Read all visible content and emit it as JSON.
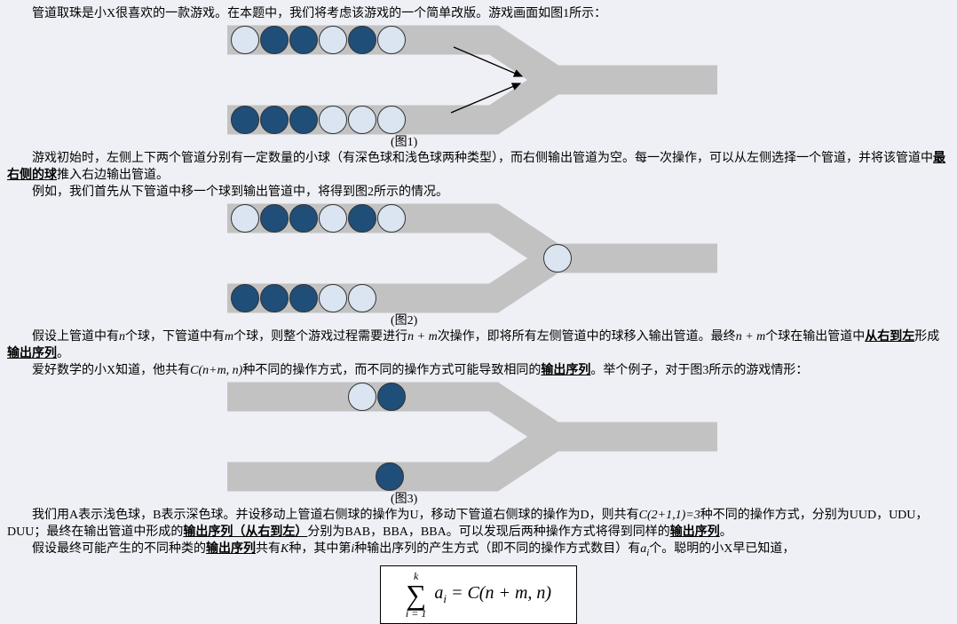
{
  "colors": {
    "pipe": "#c2c2c2",
    "ball_dark": "#1F4E79",
    "ball_light": "#dbe5f1",
    "ball_stroke": "#333333",
    "formula_bg": "#ffffff",
    "page_bg": "#eff0f5"
  },
  "paragraphs": {
    "p1": {
      "t0": "管道取珠是小X很喜欢的一款游戏。在本题中，我们将考虑该游戏的一个简单改版。游戏画面如图1所示："
    },
    "p2": {
      "t0": "游戏初始时，左侧上下两个管道分别有一定数量的小球（有深色球和浅色球两种类型），而右侧输出管道为空。每一次操作，可以从左侧选择一个管道，并将该管道中",
      "t1": "最右侧的球",
      "t2": "推入右边输出管道。"
    },
    "p3": {
      "t0": "例如，我们首先从下管道中移一个球到输出管道中，将得到图2所示的情况。"
    },
    "p4": {
      "t0": "假设上管道中有",
      "t1": "n",
      "t2": "个球，下管道中有",
      "t3": "m",
      "t4": "个球，则整个游戏过程需要进行",
      "t5": "n + m",
      "t6": "次操作，即将所有左侧管道中的球移入输出管道。最终",
      "t7": "n + m",
      "t8": "个球在输出管道中",
      "t9": "从右到左",
      "t10": "形成",
      "t11": "输出序列",
      "t12": "。"
    },
    "p5": {
      "t0": "爱好数学的小X知道，他共有",
      "t1": "C(n+m, n)",
      "t2": "种不同的操作方式，而不同的操作方式可能导致相同的",
      "t3": "输出序列",
      "t4": "。举个例子，对于图3所示的游戏情形："
    },
    "p6": {
      "t0": "我们用A表示浅色球，B表示深色球。并设移动上管道右侧球的操作为U，移动下管道右侧球的操作为D，则共有",
      "t1": "C(2+1,1)=3",
      "t2": "种不同的操作方式，分别为UUD，UDU，DUU；最终在输出管道中形成的",
      "t3": "输出序列（从右到左）",
      "t4": "分别为BAB，BBA，BBA。可以发现后两种操作方式将得到同样的",
      "t5": "输出序列",
      "t6": "。"
    },
    "p7": {
      "t0": "假设最终可能产生的不同种类的",
      "t1": "输出序列",
      "t2": "共有",
      "t3": "K",
      "t4": "种，其中第",
      "t5": "i",
      "t6": "种输出序列的产生方式（即不同的操作方式数目）有",
      "t7": "a",
      "t8": "i",
      "t9": "个。聪明的小X早已知道，"
    }
  },
  "figures": {
    "fig1": {
      "label": "(图1)",
      "top_balls": [
        "light",
        "dark",
        "dark",
        "light",
        "dark",
        "light"
      ],
      "bottom_balls": [
        "dark",
        "dark",
        "dark",
        "light",
        "light",
        "light"
      ],
      "output_balls": []
    },
    "fig2": {
      "label": "(图2)",
      "top_balls": [
        "light",
        "dark",
        "dark",
        "light",
        "dark",
        "light"
      ],
      "bottom_balls": [
        "dark",
        "dark",
        "dark",
        "light",
        "light"
      ],
      "output_balls": [
        "light"
      ]
    },
    "fig3": {
      "label": "(图3)",
      "top_balls": [
        "light",
        "dark"
      ],
      "bottom_balls": [
        "dark"
      ],
      "output_balls": []
    }
  },
  "formula": {
    "sum": "∑",
    "upper": "k",
    "lower": "i = 1",
    "body_var": "a",
    "body_sub": "i",
    "eq": "= C(n + m, n)"
  }
}
